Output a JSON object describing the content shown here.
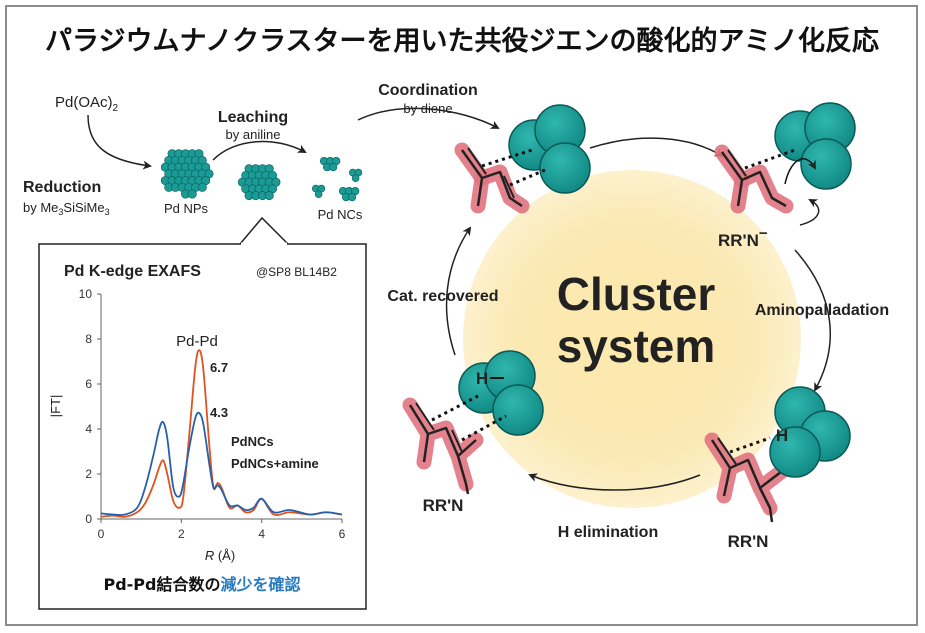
{
  "title": "パラジウムナノクラスターを用いた共役ジエンの酸化的アミノ化反応",
  "left": {
    "precursor": "Pd(OAc)",
    "precursor_sub": "2",
    "reduction": "Reduction",
    "reduction_by": "by Me",
    "reduction_by_sub1": "3",
    "reduction_by_mid": "SiSiMe",
    "reduction_by_sub2": "3",
    "pd_nps": "Pd NPs",
    "leaching": "Leaching",
    "leaching_by": "by aniline",
    "pd_ncs": "Pd NCs"
  },
  "cycle": {
    "coordination": "Coordination",
    "coordination_by": "by diene",
    "center_line1": "Cluster",
    "center_line2": "system",
    "amine_anion": "RR'N",
    "amine_anion_charge": "−",
    "aminopalladation": "Aminopalladation",
    "h_elimination": "H elimination",
    "cat_recovered": "Cat. recovered",
    "h_label_right": "H",
    "h_label_left": "H",
    "amine_bottom_right": "RR'N",
    "amine_bottom_left": "RR'N"
  },
  "colors": {
    "cluster_fill": "#1a9b96",
    "pink_halo": "#e0737f",
    "amine_blue": "#1f4e9e",
    "center_text": "#f0b31c",
    "center_glow": "#fbe7a8",
    "pdncs_line": "#e0531e",
    "amine_line": "#2560ad"
  },
  "inset": {
    "title": "Pd K-edge EXAFS",
    "beamline": "@SP8 BL14B2",
    "peak_label": "Pd-Pd",
    "peak_value_pdncs": "6.7",
    "peak_value_amine": "4.3",
    "legend_pdncs": "PdNCs",
    "legend_amine": "PdNCs+amine",
    "ylabel": "|FT|",
    "xlabel_italic": "R",
    "xlabel_unit": " (Å)",
    "caption_black": "Pd-Pd結合数の",
    "caption_blue": "減少を確認"
  },
  "chart_data": {
    "type": "line",
    "title": "Pd K-edge EXAFS",
    "xlabel": "R (Å)",
    "ylabel": "|FT|",
    "xlim": [
      0,
      6
    ],
    "ylim": [
      0,
      10
    ],
    "x_ticks": [
      0,
      2,
      4,
      6
    ],
    "y_ticks": [
      0,
      2,
      4,
      6,
      8,
      10
    ],
    "grid": false,
    "legend_placement": "right-middle",
    "series": [
      {
        "name": "PdNCs",
        "color": "#e0531e",
        "x": [
          0.0,
          0.3,
          0.6,
          0.9,
          1.1,
          1.3,
          1.45,
          1.55,
          1.65,
          1.8,
          1.95,
          2.05,
          2.2,
          2.35,
          2.45,
          2.55,
          2.7,
          2.8,
          2.9,
          3.0,
          3.2,
          3.4,
          3.6,
          3.8,
          4.0,
          4.3,
          4.7,
          5.2,
          5.6,
          6.0
        ],
        "values": [
          0.1,
          0.15,
          0.1,
          0.3,
          0.7,
          1.5,
          2.3,
          2.6,
          2.0,
          0.8,
          0.5,
          1.0,
          3.8,
          6.8,
          7.5,
          6.6,
          3.2,
          1.4,
          1.6,
          1.4,
          0.5,
          0.6,
          0.3,
          0.4,
          0.9,
          0.2,
          0.3,
          0.2,
          0.3,
          0.2
        ]
      },
      {
        "name": "PdNCs+amine",
        "color": "#2560ad",
        "x": [
          0.0,
          0.3,
          0.6,
          0.9,
          1.1,
          1.3,
          1.45,
          1.55,
          1.65,
          1.8,
          1.95,
          2.05,
          2.2,
          2.35,
          2.45,
          2.55,
          2.7,
          2.8,
          2.9,
          3.0,
          3.2,
          3.4,
          3.6,
          3.8,
          4.0,
          4.3,
          4.7,
          5.2,
          5.6,
          6.0
        ],
        "values": [
          0.25,
          0.2,
          0.2,
          0.5,
          1.4,
          2.8,
          4.0,
          4.3,
          3.6,
          1.4,
          1.0,
          1.6,
          3.2,
          4.5,
          4.7,
          4.2,
          2.4,
          1.4,
          1.5,
          1.3,
          0.6,
          0.6,
          0.4,
          0.5,
          0.9,
          0.3,
          0.4,
          0.2,
          0.3,
          0.2
        ]
      }
    ]
  }
}
